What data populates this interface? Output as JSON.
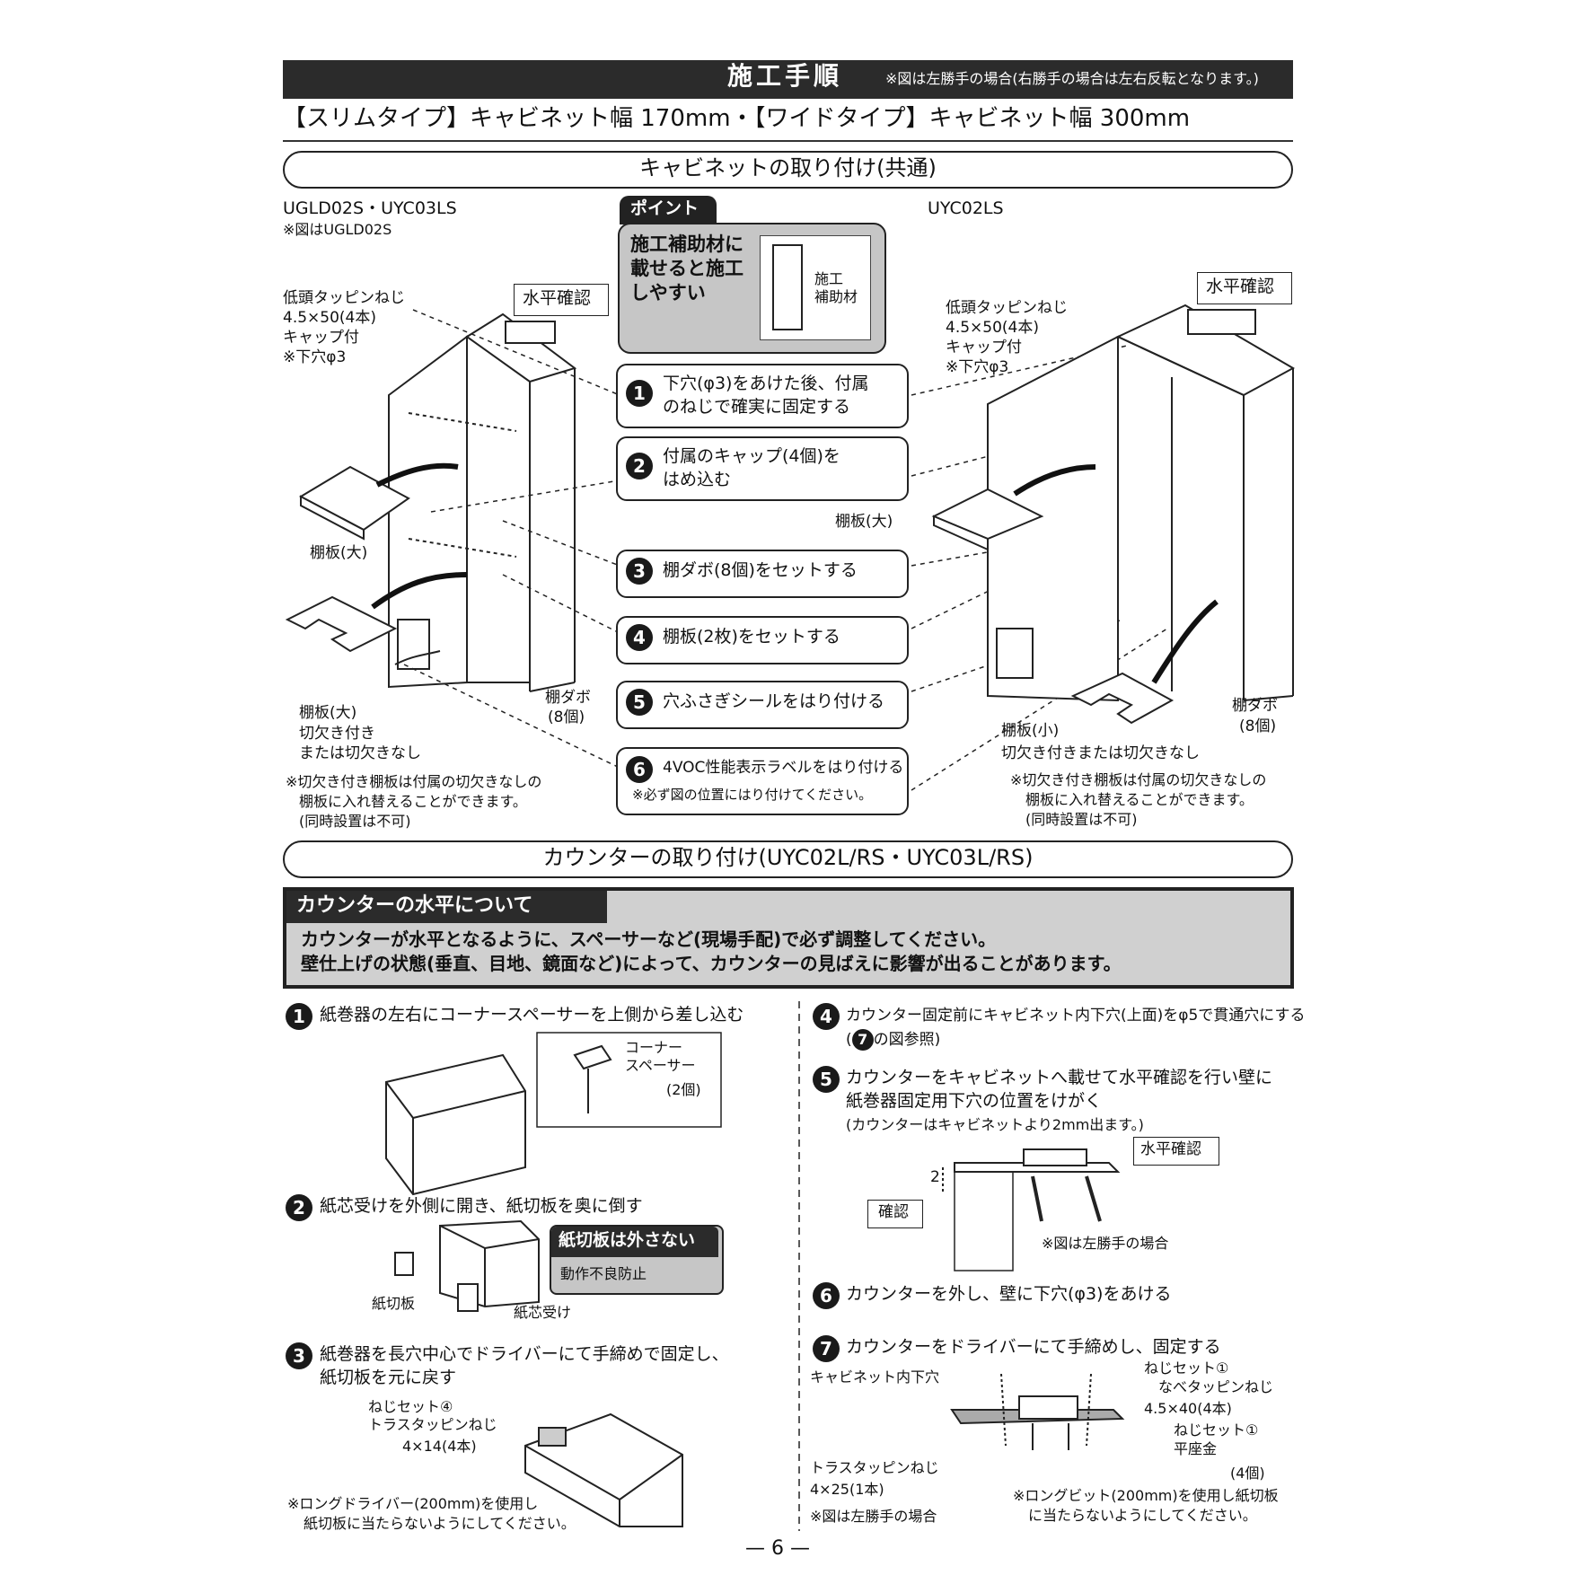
{
  "header": {
    "title": "施工手順",
    "note": "※図は左勝手の場合(右勝手の場合は左右反転となります。)"
  },
  "subtitle": "【スリムタイプ】キャビネット幅 170mm・【ワイドタイプ】キャビネット幅 300mm",
  "section1": {
    "title": "キャビネットの取り付け(共通)"
  },
  "left": {
    "model": "UGLD02S・UYC03LS",
    "model_note": "※図はUGLD02S",
    "screw": [
      "低頭タッピンねじ",
      "4.5×50(4本)",
      "キャップ付",
      "※下穴φ3"
    ],
    "level": "水平確認",
    "shelf_large_1": "棚板(大)",
    "shelf_large_2": "棚板(大)",
    "shelf_cut": [
      "切欠き付き",
      "または切欠きなし"
    ],
    "dowel": [
      "棚ダボ",
      "(8個)"
    ],
    "note": [
      "※切欠き付き棚板は付属の切欠きなしの",
      "棚板に入れ替えることができます。",
      "(同時設置は不可)"
    ]
  },
  "point": {
    "tab": "ポイント",
    "text": [
      "施工補助材に",
      "載せると施工",
      "しやすい"
    ],
    "aid": [
      "施工",
      "補助材"
    ]
  },
  "steps": [
    {
      "n": "1",
      "text": [
        "下穴(φ3)をあけた後、付属",
        "のねじで確実に固定する"
      ]
    },
    {
      "n": "2",
      "text": [
        "付属のキャップ(4個)を",
        "はめ込む"
      ]
    },
    {
      "n": "3",
      "text": [
        "棚ダボ(8個)をセットする"
      ]
    },
    {
      "n": "4",
      "text": [
        "棚板(2枚)をセットする"
      ]
    },
    {
      "n": "5",
      "text": [
        "穴ふさぎシールをはり付ける"
      ]
    },
    {
      "n": "6",
      "text": [
        "4VOC性能表示ラベルをはり付ける",
        "※必ず図の位置にはり付けてください。"
      ]
    }
  ],
  "right": {
    "model": "UYC02LS",
    "screw": [
      "低頭タッピンねじ",
      "4.5×50(4本)",
      "キャップ付",
      "※下穴φ3"
    ],
    "level": "水平確認",
    "shelf_large": "棚板(大)",
    "shelf_small": "棚板(小)",
    "shelf_cut": "切欠き付きまたは切欠きなし",
    "dowel": [
      "棚ダボ",
      "(8個)"
    ],
    "note": [
      "※切欠き付き棚板は付属の切欠きなしの",
      "棚板に入れ替えることができます。",
      "(同時設置は不可)"
    ]
  },
  "section2": {
    "title": "カウンターの取り付け(UYC02L/RS・UYC03L/RS)"
  },
  "counter_level": {
    "tab": "カウンターの水平について",
    "line1": "カウンターが水平となるように、スペーサーなど(現場手配)で必ず調整してください。",
    "line2": "壁仕上げの状態(垂直、目地、鏡面など)によって、カウンターの見ばえに影響が出ることがあります。"
  },
  "csteps": {
    "s1": {
      "n": "1",
      "text": "紙巻器の左右にコーナースペーサーを上側から差し込む",
      "spacer": [
        "コーナー",
        "スペーサー",
        "(2個)"
      ]
    },
    "s2": {
      "n": "2",
      "text": "紙芯受けを外側に開き、紙切板を奥に倒す",
      "warn_title": "紙切板は外さない",
      "warn_sub": "動作不良防止",
      "label_a": "紙切板",
      "label_b": "紙芯受け"
    },
    "s3": {
      "n": "3",
      "text": [
        "紙巻器を長穴中心でドライバーにて手締めで固定し、",
        "紙切板を元に戻す"
      ],
      "screw": [
        "ねじセット④",
        "トラスタッピンねじ",
        "4×14(4本)"
      ],
      "note": [
        "※ロングドライバー(200mm)を使用し",
        "紙切板に当たらないようにしてください。"
      ]
    },
    "s4": {
      "n": "4",
      "text": [
        "カウンター固定前にキャビネット内下穴(上面)をφ5で貫通穴にする",
        "(",
        "の図参照)"
      ],
      "ref": "7"
    },
    "s5": {
      "n": "5",
      "text": [
        "カウンターをキャビネットへ載せて水平確認を行い壁に",
        "紙巻器固定用下穴の位置をけがく"
      ],
      "sub": "(カウンターはキャビネットより2mm出ます。)",
      "level": "水平確認",
      "dim": "2",
      "check": "確認",
      "note": "※図は左勝手の場合"
    },
    "s6": {
      "n": "6",
      "text": "カウンターを外し、壁に下穴(φ3)をあける"
    },
    "s7": {
      "n": "7",
      "text": "カウンターをドライバーにて手締めし、固定する",
      "inner": "キャビネット内下穴",
      "set1": [
        "ねじセット①",
        "なべタッピンねじ",
        "4.5×40(4本)"
      ],
      "set2": [
        "ねじセット①",
        "平座金",
        "(4個)"
      ],
      "truss": [
        "トラスタッピンねじ",
        "4×25(1本)"
      ],
      "lefthand": "※図は左勝手の場合",
      "note": [
        "※ロングビット(200mm)を使用し紙切板",
        "に当たらないようにしてください。"
      ]
    }
  },
  "page": "— 6 —"
}
